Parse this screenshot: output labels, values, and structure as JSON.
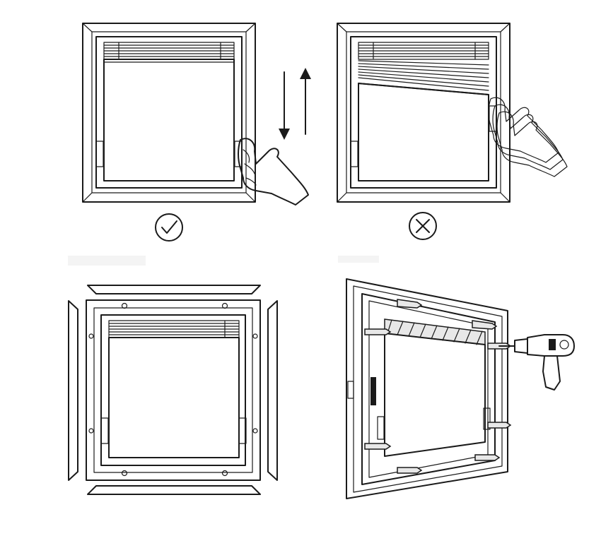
{
  "panels": [
    {
      "id": "correct-operation",
      "status": "correct",
      "status_icon": "checkmark-circle-icon"
    },
    {
      "id": "incorrect-operation",
      "status": "incorrect",
      "status_icon": "x-circle-icon"
    },
    {
      "id": "exploded-frame-assembly"
    },
    {
      "id": "drill-mounting"
    }
  ],
  "colors": {
    "line": "#1a1a1a",
    "background": "#ffffff",
    "screen": "#ffffff"
  }
}
